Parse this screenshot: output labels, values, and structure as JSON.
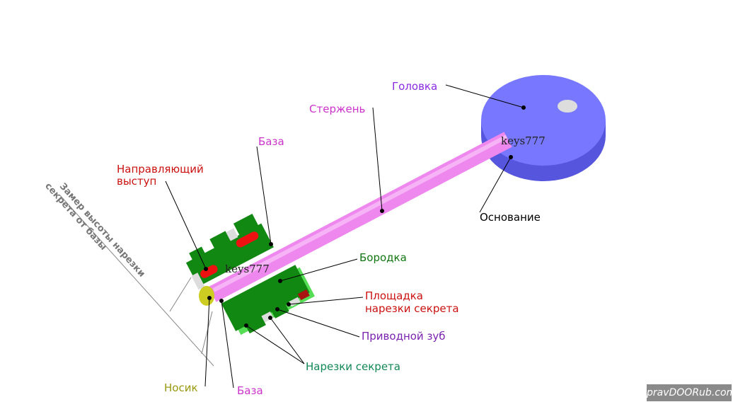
{
  "labels": {
    "head": "Головка",
    "shank": "Стержень",
    "base_top": "База",
    "guide_line1": "Направляющий",
    "guide_line2": "выступ",
    "foundation": "Основание",
    "bit": "Бородка",
    "pad_line1": "Площадка",
    "pad_line2": "нарезки секрета",
    "drive_tooth": "Приводной зуб",
    "cuts": "Нарезки секрета",
    "nose": "Носик",
    "base_bottom": "База",
    "measure_line1": "Замер высоты нарезки",
    "measure_line2": "секрета от базы"
  },
  "stamps": [
    "keys777",
    "keys777"
  ],
  "watermark": "pravDOORub.com",
  "colors": {
    "head": "#7777ff",
    "shank": "#ee88ee",
    "bit": "#118811",
    "guide": "#ee1111",
    "nose": "#cccc22"
  }
}
